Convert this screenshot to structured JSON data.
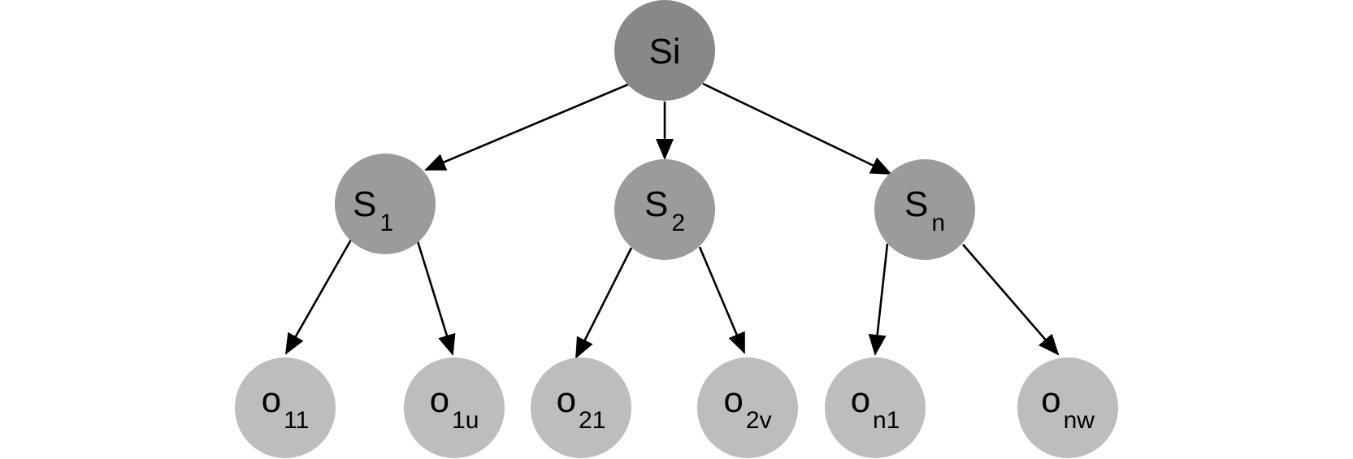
{
  "colors": {
    "root_fill": "#888888",
    "middle_fill": "#9b9b9b",
    "leaf_fill": "#bdbdbd",
    "edge": "#000000",
    "text": "#000000"
  },
  "nodes": {
    "root": {
      "main": "Si",
      "sub": ""
    },
    "s1": {
      "main": "S",
      "sub": "1"
    },
    "s2": {
      "main": "S",
      "sub": "2"
    },
    "sn": {
      "main": "S",
      "sub": "n"
    },
    "o11": {
      "main": "o",
      "sub": "11"
    },
    "o1u": {
      "main": "o",
      "sub": "1u"
    },
    "o21": {
      "main": "o",
      "sub": "21"
    },
    "o2v": {
      "main": "o",
      "sub": "2v"
    },
    "on1": {
      "main": "o",
      "sub": "n1"
    },
    "onw": {
      "main": "o",
      "sub": "nw"
    }
  },
  "edges": [
    {
      "from": "root",
      "to": "s1"
    },
    {
      "from": "root",
      "to": "s2"
    },
    {
      "from": "root",
      "to": "sn"
    },
    {
      "from": "s1",
      "to": "o11"
    },
    {
      "from": "s1",
      "to": "o1u"
    },
    {
      "from": "s2",
      "to": "o21"
    },
    {
      "from": "s2",
      "to": "o2v"
    },
    {
      "from": "sn",
      "to": "on1"
    },
    {
      "from": "sn",
      "to": "onw"
    }
  ]
}
